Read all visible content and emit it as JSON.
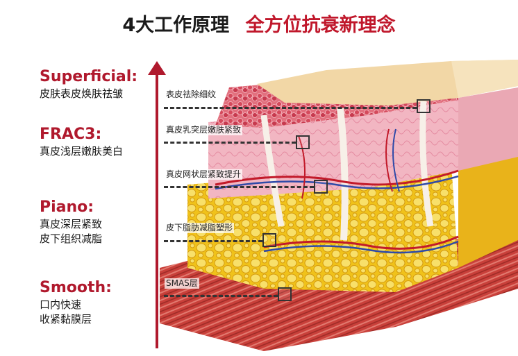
{
  "title": {
    "part1": "4大工作原理",
    "part2": "全方位抗衰新理念"
  },
  "left_items": [
    {
      "title": "Superficial:",
      "desc": [
        "皮肤表皮焕肤祛皱"
      ]
    },
    {
      "title": "FRAC3:",
      "desc": [
        "真皮浅层嫩肤美白"
      ]
    },
    {
      "title": "Piano:",
      "desc": [
        "真皮深层紧致",
        "皮下组织减脂"
      ]
    },
    {
      "title": "Smooth:",
      "desc": [
        "口内快速",
        "收紧黏膜层"
      ]
    }
  ],
  "layers": [
    {
      "label": "表皮祛除细纹"
    },
    {
      "label": "真皮乳突层嫩肤紧致"
    },
    {
      "label": "真皮网状层紧致提升"
    },
    {
      "label": "皮下脂肪减脂塑形"
    },
    {
      "label": "SMAS层"
    }
  ],
  "colors": {
    "accent": "#b0192d",
    "title_red": "#c0172b"
  }
}
